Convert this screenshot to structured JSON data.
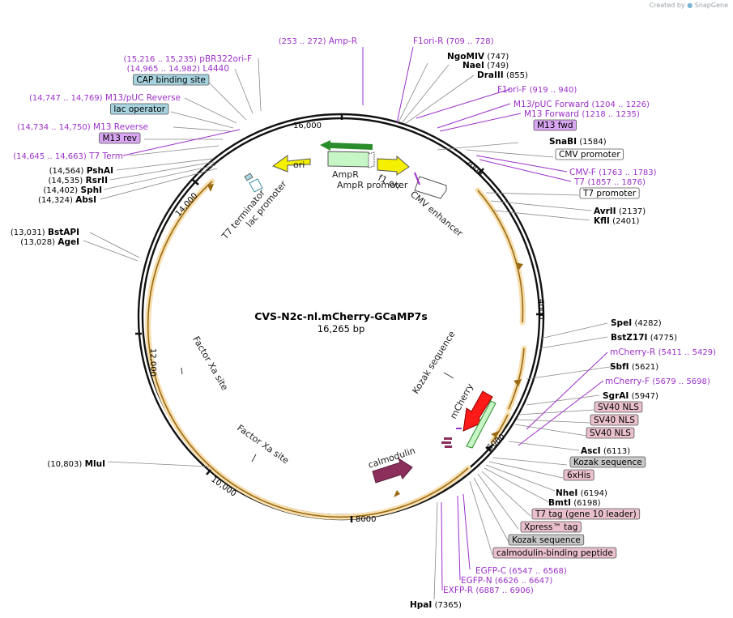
{
  "branding": {
    "created_by": "Created by",
    "app": "SnapGene"
  },
  "plasmid": {
    "name": "CVS-N2c-nl.mCherry-GCaMP7s",
    "size": "16,265 bp"
  },
  "ticks": [
    "2000",
    "4000",
    "6000",
    "8000",
    "10,000",
    "12,000",
    "14,000",
    "16,000"
  ],
  "features": {
    "ampr": "AmpR",
    "ampr_promoter": "AmpR promoter",
    "f1_ori": "f1 ori",
    "ori": "ori",
    "cmv_enhancer": "CMV enhancer",
    "kozak": "Kozak sequence",
    "mcherry": "mCherry",
    "calmodulin": "calmodulin",
    "factor_xa_1": "Factor Xa site",
    "factor_xa_2": "Factor Xa site",
    "t7_terminator": "T7 terminator",
    "lac_promoter": "lac promoter"
  },
  "sites": {
    "amp_r": {
      "label": "Amp-R",
      "pos": "(253 .. 272)"
    },
    "f1ori_r": {
      "label": "F1ori-R",
      "pos": "(709 .. 728)"
    },
    "ngomiv": {
      "label": "NgoMIV",
      "pos": "(747)"
    },
    "naei": {
      "label": "NaeI",
      "pos": "(749)"
    },
    "draiii": {
      "label": "DraIII",
      "pos": "(855)"
    },
    "f1ori_f": {
      "label": "F1ori-F",
      "pos": "(919 .. 940)"
    },
    "m13puc_fwd": {
      "label": "M13/pUC Forward",
      "pos": "(1204 .. 1226)"
    },
    "m13_fwd_primer": {
      "label": "M13 Forward",
      "pos": "(1218 .. 1235)"
    },
    "m13_fwd_box": {
      "label": "M13 fwd"
    },
    "snabi": {
      "label": "SnaBI",
      "pos": "(1584)"
    },
    "cmv_promoter": {
      "label": "CMV promoter"
    },
    "cmv_f": {
      "label": "CMV-F",
      "pos": "(1763 .. 1783)"
    },
    "t7": {
      "label": "T7",
      "pos": "(1857 .. 1876)"
    },
    "t7_promoter": {
      "label": "T7 promoter"
    },
    "avrii": {
      "label": "AvrII",
      "pos": "(2137)"
    },
    "kfli": {
      "label": "KflI",
      "pos": "(2401)"
    },
    "spei": {
      "label": "SpeI",
      "pos": "(4282)"
    },
    "bstz17i": {
      "label": "BstZ17I",
      "pos": "(4775)"
    },
    "mcherry_r": {
      "label": "mCherry-R",
      "pos": "(5411 .. 5429)"
    },
    "sbfi": {
      "label": "SbfI",
      "pos": "(5621)"
    },
    "mcherry_f": {
      "label": "mCherry-F",
      "pos": "(5679 .. 5698)"
    },
    "sgrai": {
      "label": "SgrAI",
      "pos": "(5947)"
    },
    "sv40_nls_1": {
      "label": "SV40 NLS"
    },
    "sv40_nls_2": {
      "label": "SV40 NLS"
    },
    "sv40_nls_3": {
      "label": "SV40 NLS"
    },
    "asci": {
      "label": "AscI",
      "pos": "(6113)"
    },
    "kozak_seq": {
      "label": "Kozak sequence"
    },
    "his6": {
      "label": "6xHis"
    },
    "nhei": {
      "label": "NheI",
      "pos": "(6194)"
    },
    "bmti": {
      "label": "BmtI",
      "pos": "(6198)"
    },
    "t7_tag": {
      "label": "T7 tag (gene 10 leader)"
    },
    "xpress_tag": {
      "label": "Xpress™ tag"
    },
    "kozak_seq_2": {
      "label": "Kozak sequence"
    },
    "calmodulin_bp": {
      "label": "calmodulin-binding peptide"
    },
    "egfp_c": {
      "label": "EGFP-C",
      "pos": "(6547 .. 6568)"
    },
    "egfp_n": {
      "label": "EGFP-N",
      "pos": "(6626 .. 6647)"
    },
    "exfp_r": {
      "label": "EXFP-R",
      "pos": "(6887 .. 6906)"
    },
    "hpai": {
      "label": "HpaI",
      "pos": "(7365)"
    },
    "mlui": {
      "label": "MluI",
      "pos": "(10,803)"
    },
    "bstapi": {
      "label": "BstAPI",
      "pos": "(13,031)"
    },
    "agei": {
      "label": "AgeI",
      "pos": "(13,028)"
    },
    "pshai": {
      "label": "PshAI",
      "pos": "(14,564)"
    },
    "rsrii": {
      "label": "RsrII",
      "pos": "(14,535)"
    },
    "sphi": {
      "label": "SphI",
      "pos": "(14,402)"
    },
    "absi": {
      "label": "AbsI",
      "pos": "(14,324)"
    },
    "t7_term": {
      "label": "T7 Term",
      "pos": "(14,645 .. 14,663)"
    },
    "m13_rev": {
      "label": "M13 rev"
    },
    "m13_reverse": {
      "label": "M13 Reverse",
      "pos": "(14,734 .. 14,750)"
    },
    "lac_operator": {
      "label": "lac operator"
    },
    "m13puc_rev": {
      "label": "M13/pUC Reverse",
      "pos": "(14,747 .. 14,769)"
    },
    "cap_site": {
      "label": "CAP binding site"
    },
    "l4440": {
      "label": "L4440",
      "pos": "(14,965 .. 14,982)"
    },
    "pbr322ori_f": {
      "label": "pBR322ori-F",
      "pos": "(15,216 .. 15,235)"
    }
  },
  "colors": {
    "primer": "#9b30c8",
    "backbone": "#111111",
    "orf_fill": "#f7dfb0",
    "orf_arrow": "#9a6a12",
    "ampr": "#c6f5c6",
    "ori": "#f5f000",
    "mcherry": "#ff1a1a",
    "calmodulin": "#8c2f5d",
    "box_blue": "#a7d3df",
    "box_pink": "#e9c0cc",
    "box_grey": "#c8c8c8",
    "box_purple": "#d9a6f2"
  }
}
